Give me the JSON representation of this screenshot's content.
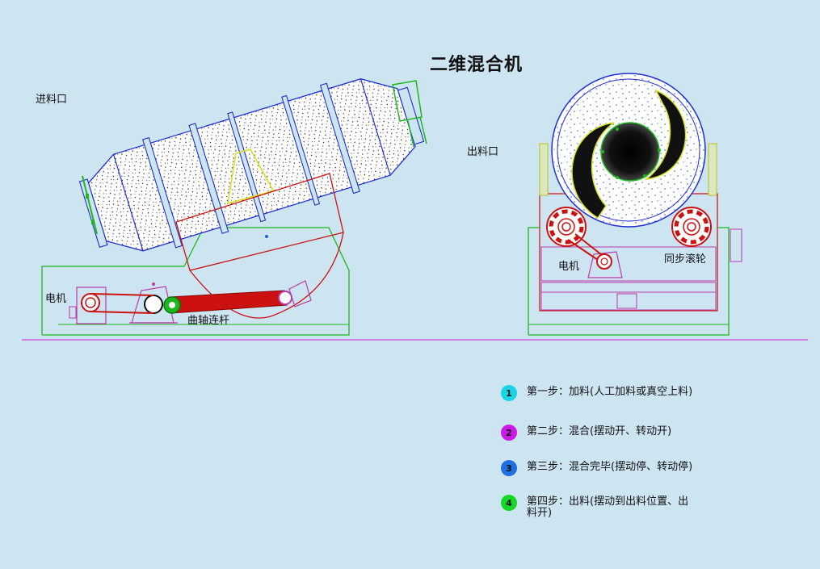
{
  "title": "二维混合机",
  "labels": {
    "inlet": "进料口",
    "outlet": "出料口",
    "motor_left": "电机",
    "motor_right": "电机",
    "crank": "曲轴连杆",
    "sync_roller": "同步滚轮"
  },
  "steps": [
    {
      "num": "1",
      "text": "第一步：加料(人工加料或真空上料)",
      "color": "#19d3e6"
    },
    {
      "num": "2",
      "text": "第二步：混合(摆动开、转动开)",
      "color": "#cc19e6"
    },
    {
      "num": "3",
      "text": "第三步：混合完毕(摆动停、转动停)",
      "color": "#1f6fe0"
    },
    {
      "num": "4",
      "text": "第四步：出料(摆动到出料位置、出料开)",
      "color": "#16d62a"
    }
  ]
}
